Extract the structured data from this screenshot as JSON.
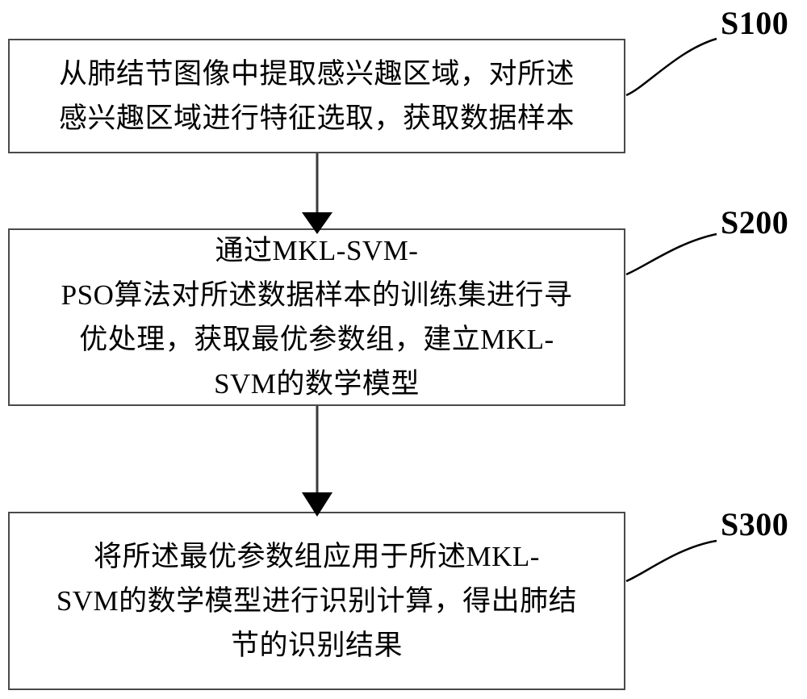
{
  "figure": {
    "type": "flowchart",
    "orientation": "vertical",
    "background_color": "#ffffff",
    "line_color": "#4a4a4a",
    "text_color": "#000000"
  },
  "steps": [
    {
      "id": "S100",
      "label": "S100",
      "text": "从肺结节图像中提取感兴趣区域，对所述\n感兴趣区域进行特征选取，获取数据样本"
    },
    {
      "id": "S200",
      "label": "S200",
      "text": "通过MKL-SVM-\nPSO算法对所述数据样本的训练集进行寻\n优处理，获取最优参数组，建立MKL-\nSVM的数学模型"
    },
    {
      "id": "S300",
      "label": "S300",
      "text": "将所述最优参数组应用于所述MKL-\nSVM的数学模型进行识别计算，得出肺结\n节的识别结果"
    }
  ],
  "connectors": [
    {
      "from": "S100",
      "to": "S200",
      "arrow": "down-arrow"
    },
    {
      "from": "S200",
      "to": "S300",
      "arrow": "down-arrow"
    }
  ],
  "leader_lines": [
    {
      "for": "S100",
      "shape": "curved-leader-line"
    },
    {
      "for": "S200",
      "shape": "curved-leader-line"
    },
    {
      "for": "S300",
      "shape": "curved-leader-line"
    }
  ]
}
